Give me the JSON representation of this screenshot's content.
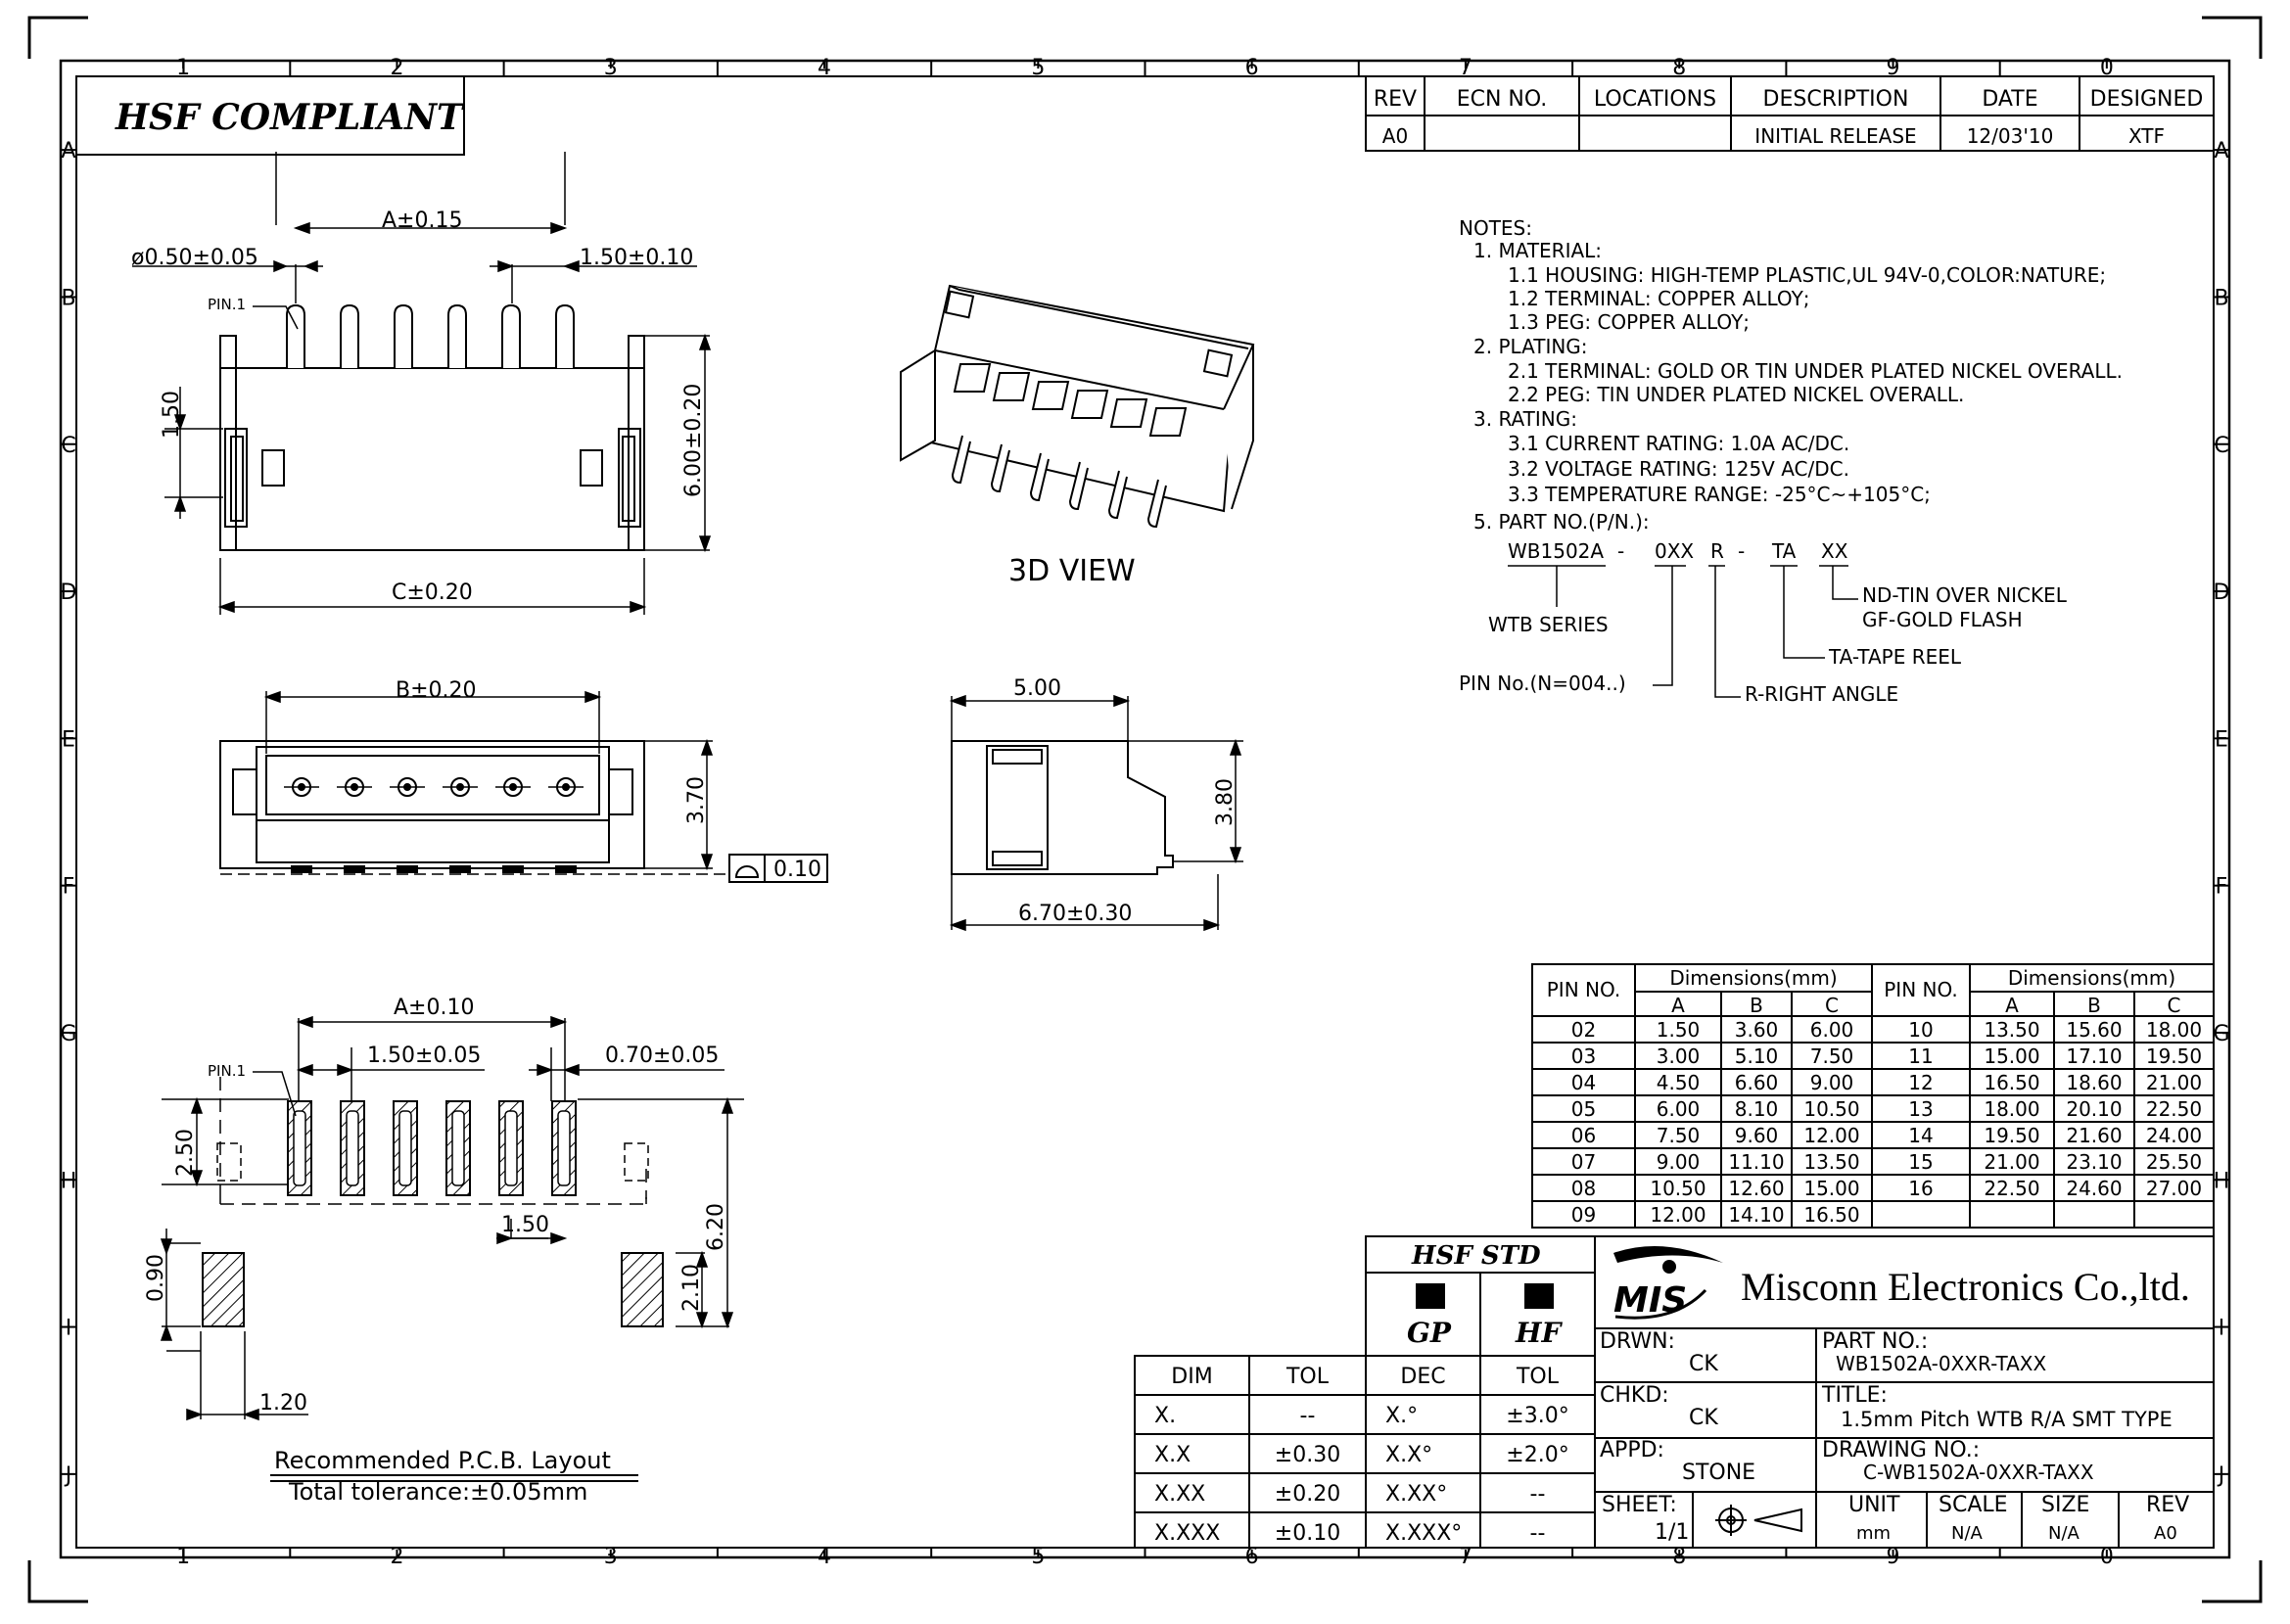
{
  "zone_cols": [
    "1",
    "2",
    "3",
    "4",
    "5",
    "6",
    "7",
    "8",
    "9",
    "0"
  ],
  "zone_rows": [
    "A",
    "B",
    "C",
    "D",
    "E",
    "F",
    "G",
    "H",
    "I",
    "J"
  ],
  "compliance_box": "HSF  COMPLIANT",
  "revision": {
    "headers": [
      "REV",
      "ECN  NO.",
      "LOCATIONS",
      "DESCRIPTION",
      "DATE",
      "DESIGNED"
    ],
    "row": [
      "A0",
      "",
      "",
      "INITIAL  RELEASE",
      "12/03'10",
      "XTF"
    ]
  },
  "notes": [
    "NOTES:",
    "1.  MATERIAL:",
    "1.1  HOUSING:  HIGH-TEMP  PLASTIC,UL  94V-0,COLOR:NATURE;",
    "1.2  TERMINAL:  COPPER  ALLOY;",
    "1.3  PEG:  COPPER  ALLOY;",
    "2.  PLATING:",
    "2.1  TERMINAL:  GOLD  OR  TIN  UNDER  PLATED  NICKEL  OVERALL.",
    "2.2  PEG:  TIN  UNDER  PLATED  NICKEL  OVERALL.",
    "3.  RATING:",
    "3.1  CURRENT  RATING:  1.0A  AC/DC.",
    "3.2  VOLTAGE  RATING:  125V  AC/DC.",
    "3.3  TEMPERATURE  RANGE:  -25°C~+105°C;",
    "5.  PART  NO.(P/N.):"
  ],
  "part_number_breakdown": {
    "code": [
      "WB1502A",
      "-",
      "0XX",
      "R",
      "-",
      "TA",
      "XX"
    ],
    "series": "WTB  SERIES",
    "pin_no": "PIN  No.(N=004..)",
    "right_angle": "R-RIGHT  ANGLE",
    "tape_reel": "TA-TAPE  REEL",
    "plating_1": "ND-TIN  OVER  NICKEL",
    "plating_2": "GF-GOLD  FLASH"
  },
  "view_labels": {
    "three_d": "3D  VIEW",
    "pcb_title": "Recommended  P.C.B.  Layout",
    "pcb_tolerance": "Total  tolerance:±0.05mm",
    "pin1": "PIN.1"
  },
  "dims": {
    "a_015": "A±0.15",
    "dia": "ø0.50±0.05",
    "p150_010": "1.50±0.10",
    "v150": "1.50",
    "v600": "6.00±0.20",
    "c020": "C±0.20",
    "b020": "B±0.20",
    "v370": "3.70",
    "flatness": "0.10",
    "s500": "5.00",
    "s380": "3.80",
    "s670": "6.70±0.30",
    "a010": "A±0.10",
    "p150_005": "1.50±0.05",
    "p070_005": "0.70±0.05",
    "v250": "2.50",
    "v150b": "1.50",
    "v620": "6.20",
    "v090": "0.90",
    "v210": "2.10",
    "v120": "1.20"
  },
  "dimension_table": {
    "pin_header": "PIN  NO.",
    "dim_header": "Dimensions(mm)",
    "cols": [
      "A",
      "B",
      "C"
    ],
    "left": [
      [
        "02",
        "1.50",
        "3.60",
        "6.00"
      ],
      [
        "03",
        "3.00",
        "5.10",
        "7.50"
      ],
      [
        "04",
        "4.50",
        "6.60",
        "9.00"
      ],
      [
        "05",
        "6.00",
        "8.10",
        "10.50"
      ],
      [
        "06",
        "7.50",
        "9.60",
        "12.00"
      ],
      [
        "07",
        "9.00",
        "11.10",
        "13.50"
      ],
      [
        "08",
        "10.50",
        "12.60",
        "15.00"
      ],
      [
        "09",
        "12.00",
        "14.10",
        "16.50"
      ]
    ],
    "right": [
      [
        "10",
        "13.50",
        "15.60",
        "18.00"
      ],
      [
        "11",
        "15.00",
        "17.10",
        "19.50"
      ],
      [
        "12",
        "16.50",
        "18.60",
        "21.00"
      ],
      [
        "13",
        "18.00",
        "20.10",
        "22.50"
      ],
      [
        "14",
        "19.50",
        "21.60",
        "24.00"
      ],
      [
        "15",
        "21.00",
        "23.10",
        "25.50"
      ],
      [
        "16",
        "22.50",
        "24.60",
        "27.00"
      ]
    ]
  },
  "tolerance_table": {
    "headers": [
      "DIM",
      "TOL",
      "DEC",
      "TOL"
    ],
    "rows": [
      [
        "X.",
        "--",
        "X.°",
        "±3.0°"
      ],
      [
        "X.X",
        "±0.30",
        "X.X°",
        "±2.0°"
      ],
      [
        "X.XX",
        "±0.20",
        "X.XX°",
        "--"
      ],
      [
        "X.XXX",
        "±0.10",
        "X.XXX°",
        "--"
      ]
    ]
  },
  "hsf_std": {
    "title": "HSF  STD",
    "gp": "GP",
    "hf": "HF"
  },
  "title_block": {
    "logo": "MIS",
    "company": "Misconn Electronics Co.,ltd.",
    "drwn_label": "DRWN:",
    "drwn": "CK",
    "chkd_label": "CHKD:",
    "chkd": "CK",
    "appd_label": "APPD:",
    "appd": "STONE",
    "part_no_label": "PART  NO.:",
    "part_no": "WB1502A-0XXR-TAXX",
    "title_label": "TITLE:",
    "title": "1.5mm  Pitch  WTB  R/A  SMT  TYPE",
    "drawing_no_label": "DRAWING  NO.:",
    "drawing_no": "C-WB1502A-0XXR-TAXX",
    "sheet_label": "SHEET:",
    "sheet": "1/1",
    "unit_label": "UNIT",
    "unit": "mm",
    "scale_label": "SCALE",
    "scale": "N/A",
    "size_label": "SIZE",
    "size": "N/A",
    "rev_label": "REV",
    "rev": "A0"
  }
}
